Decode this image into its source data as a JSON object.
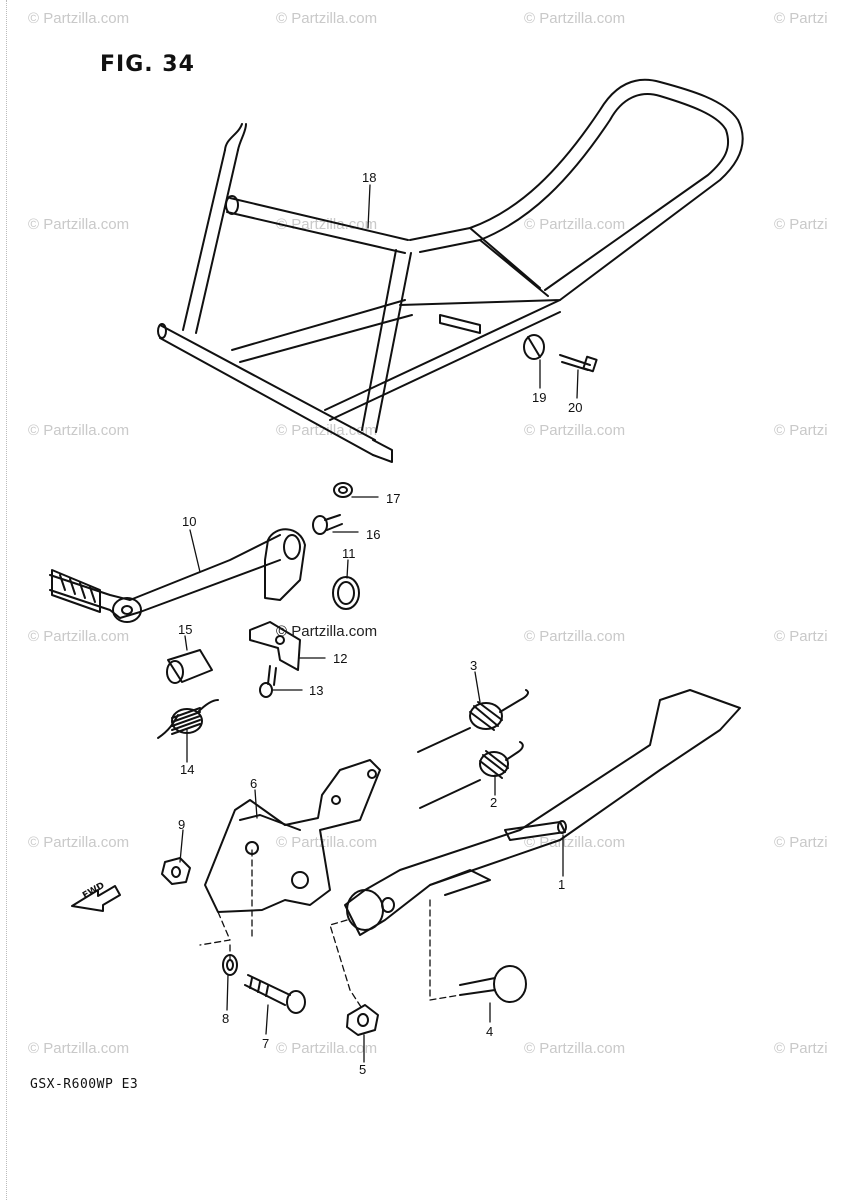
{
  "figure": {
    "title": "FIG. 34",
    "model_code": "GSX-R600WP E3",
    "center_watermark": "© Partzilla.com"
  },
  "watermark": {
    "text": "© Partzilla.com",
    "edge_text": "© Partzi"
  },
  "direction_marker": "FWD",
  "callouts": [
    {
      "id": "1",
      "label": "1"
    },
    {
      "id": "2",
      "label": "2"
    },
    {
      "id": "3",
      "label": "3"
    },
    {
      "id": "4",
      "label": "4"
    },
    {
      "id": "5",
      "label": "5"
    },
    {
      "id": "6",
      "label": "6"
    },
    {
      "id": "7",
      "label": "7"
    },
    {
      "id": "8",
      "label": "8"
    },
    {
      "id": "9",
      "label": "9"
    },
    {
      "id": "10",
      "label": "10"
    },
    {
      "id": "11",
      "label": "11"
    },
    {
      "id": "12",
      "label": "12"
    },
    {
      "id": "13",
      "label": "13"
    },
    {
      "id": "14",
      "label": "14"
    },
    {
      "id": "15",
      "label": "15"
    },
    {
      "id": "16",
      "label": "16"
    },
    {
      "id": "17",
      "label": "17"
    },
    {
      "id": "18",
      "label": "18"
    },
    {
      "id": "19",
      "label": "19"
    },
    {
      "id": "20",
      "label": "20"
    }
  ]
}
